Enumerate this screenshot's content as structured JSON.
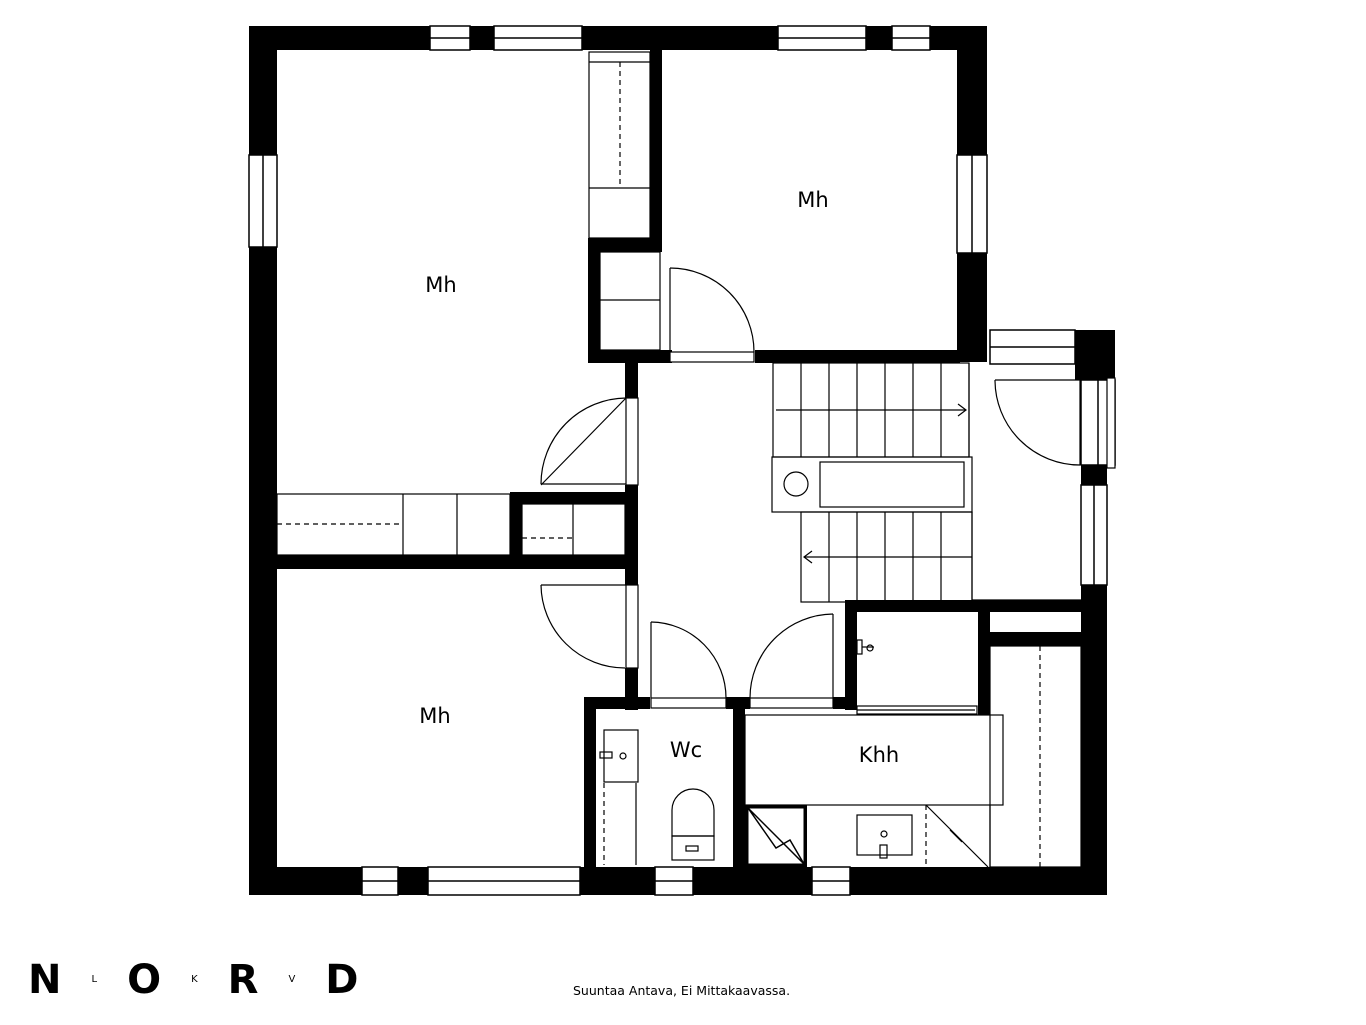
{
  "rooms": {
    "bedroom_top_left": "Mh",
    "bedroom_top_right": "Mh",
    "bedroom_bottom_left": "Mh",
    "wc": "Wc",
    "utility": "Khh"
  },
  "logo": {
    "n": "N",
    "l": "L",
    "o": "O",
    "k": "K",
    "r": "R",
    "v": "V",
    "d": "D"
  },
  "caption": "Suuntaa Antava, Ei Mittakaavassa."
}
